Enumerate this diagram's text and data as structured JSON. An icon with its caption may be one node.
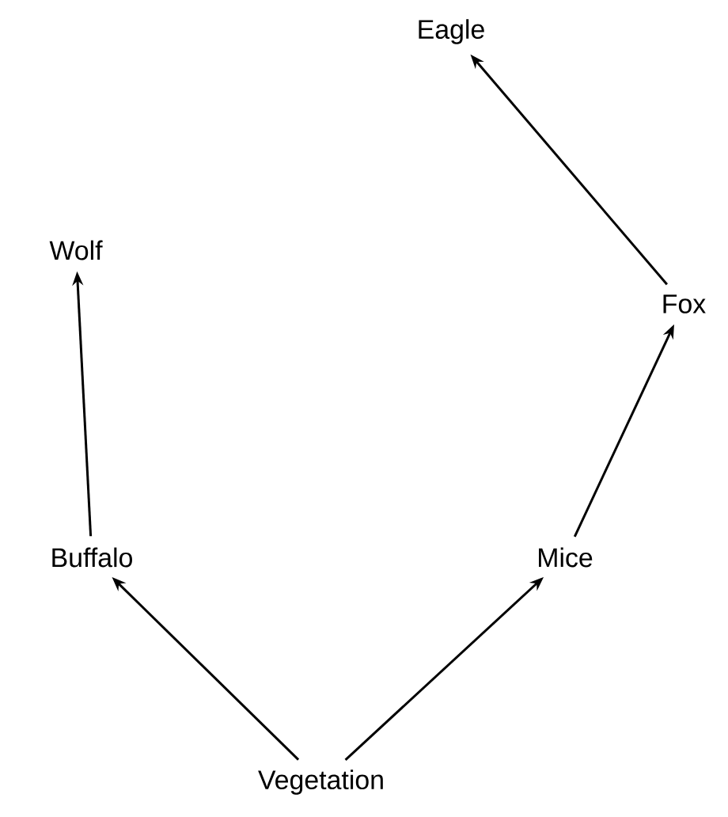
{
  "diagram": {
    "nodes": [
      {
        "text": [
          "Eagle"
        ]
      },
      {
        "text": [
          "Wolf"
        ]
      },
      {
        "text": [
          "Fox"
        ]
      },
      {
        "text": [
          "Buffalo"
        ]
      },
      {
        "text": [
          "Mice"
        ]
      },
      {
        "text": [
          "Vegetation"
        ]
      }
    ],
    "edges": [
      {
        "from": 5,
        "to": 3,
        "arrow": "to"
      },
      {
        "from": 5,
        "to": 4,
        "arrow": "to"
      },
      {
        "from": 3,
        "to": 1,
        "arrow": "to"
      },
      {
        "from": 4,
        "to": 2,
        "arrow": "to"
      },
      {
        "from": 2,
        "to": 0,
        "arrow": "to"
      }
    ]
  }
}
